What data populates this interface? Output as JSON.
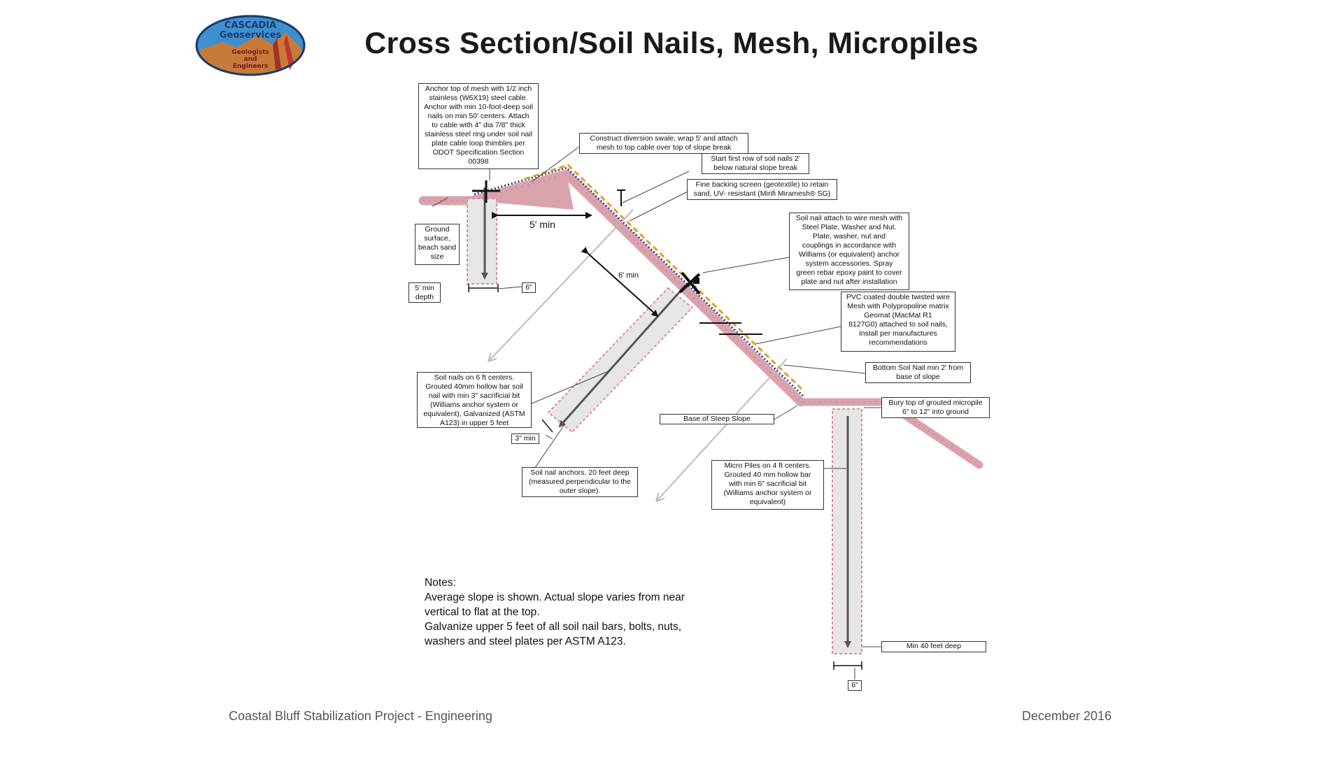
{
  "title": "Cross Section/Soil Nails, Mesh, Micropiles",
  "logo": {
    "name": "CASCADIA",
    "subname": "Geoservices",
    "tag1": "Geologists",
    "tag2": "and",
    "tag3": "Engineers"
  },
  "callouts": {
    "anchor_top": "Anchor top of mesh with 1/2 inch\nstainless (W6X19) steel cable.\nAnchor with min 10-foot-deep soil\nnails on min 50' centers.  Attach\nto cable with 4\" dia 7/8\" thick\nstainless steel ring under soil nail\nplate cable loop thimbles per\nODOT Specification Section\n00398",
    "diversion_swale": "Construct diversion swale, wrap 5' and attach\nmesh to top cable over top of slope break",
    "first_row": "Start first row of soil nails 2'\nbelow natural slope break",
    "backing_screen": "Fine backing screen (geotextile) to retain\nsand, UV- resistant (Mirifi Miramesh® SG)",
    "nail_attach": "Soil nail attach to wire mesh with\nSteel Plate, Washer and Nut.\nPlate, washer, nut  and\ncouplings in accordance with\nWilliams (or equivalent) anchor\nsystem accessories.  Spray\ngreen rebar epoxy paint to cover\nplate and nut after installation",
    "pvc_mesh": "PVC coated double twisted wire\nMesh with Polypropoline matrix\nGeomat (MacMat R1\n8127G0) attached to soil nails,\ninstall per manufactures\nrecommendations",
    "bottom_nail": "Bottom Soil Nail  min 2' from\nbase of slope",
    "bury_top": "Bury top of grouted micropile\n6\" to 12\" into ground",
    "ground_surface": "Ground\nsurface,\nbeach sand\nsize",
    "five_min_depth": "5' min\ndepth",
    "six_inch_a": "6\"",
    "soil_nails_centers": "Soil nails on 6 ft centers.\nGrouted 40mm hollow bar soil\nnail with min 3\" sacrificial bit\n(Williams anchor system or\nequivalent),  Galvanized (ASTM\nA123) in upper 5 feet",
    "three_min": "3\" min",
    "base_steep": "Base of Steep Slope",
    "anchors_20ft": "Soil nail anchors, 20 feet deep\n(measured perpendicular to the\nouter slope).",
    "micro_piles": "Micro Piles on 4 ft centers.\nGrouted 40 mm hollow bar\nwith min 6\" sacrificial bit\n(Williams anchor system or\nequivalent)",
    "min_40": "Min 40 feet deep",
    "six_inch_b": "6\""
  },
  "dimensions": {
    "five_min": "5' min",
    "six_min": "6' min"
  },
  "notes": {
    "heading": "Notes:",
    "line1": "Average slope is shown.  Actual slope varies from near\nvertical to flat at the top.",
    "line2": "Galvanize upper 5 feet of all soil nail bars, bolts, nuts,\nwashers and steel plates per ASTM A123."
  },
  "footer": {
    "left": "Coastal Bluff Stabilization Project - Engineering",
    "right": "December 2016"
  },
  "colors": {
    "soil": "#d9a3ad",
    "grout": "#e6e6e6",
    "grout_edge": "#e08a9c",
    "mesh_dash": "#e0a020",
    "geotextile": "#3a3a8a",
    "arrow": "#555555",
    "leader": "#444444"
  }
}
